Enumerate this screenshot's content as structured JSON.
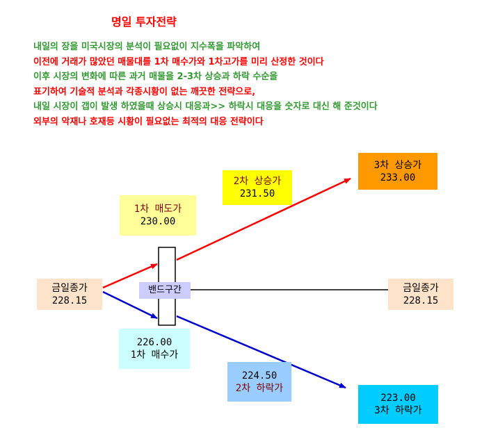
{
  "title": "명일 투자전략",
  "description": [
    {
      "text": "내일의 장을 미국시장의 분석이 필요없이 지수폭을 파악하여",
      "color": "#339933"
    },
    {
      "text": "이전에 거래가 많았던 매물대를 1차 매수가와 1차고가를 미리 산정한 것이다",
      "color": "#ff0000"
    },
    {
      "text": "이후 시장의 변화에 따른 과거 매물을 2-3차 상승과 하락 수순을",
      "color": "#339933"
    },
    {
      "text": "표기하여 기술적  분석과 각종시황이 없는 깨끗한 전략으로,",
      "color": "#ff0000"
    },
    {
      "text": "내일 시장이 갭이 발생 하였을때 상승시 대응과>> 하락시 대응을 숫자로 대신 해 준것이다",
      "color": "#339933"
    },
    {
      "text": "외부의 악재나 호재등  시황이 필요없는 최적의 대응 전략이다",
      "color": "#ff0000"
    }
  ],
  "nodes": {
    "close_left": {
      "label": "금일종가",
      "value": "228.15",
      "color": "#fde3c9"
    },
    "close_right": {
      "label": "금일종가",
      "value": "228.15",
      "color": "#fde3c9"
    },
    "sell1": {
      "label": "1차 매도가",
      "value": "230.00",
      "color": "#ffff99"
    },
    "rise2": {
      "label": "2차 상승가",
      "value": "231.50",
      "color": "#ffff00"
    },
    "rise3": {
      "label": "3차 상승가",
      "value": "233.00",
      "color": "#ff9900"
    },
    "buy1": {
      "label": "1차 매수가",
      "value": "226.00",
      "color": "#ccffff"
    },
    "drop2": {
      "label": "2차 하락가",
      "value": "224.50",
      "color": "#99ccff"
    },
    "drop3": {
      "label": "3차 하락가",
      "value": "223.00",
      "color": "#00ccff"
    },
    "band": {
      "label": "밴드구간",
      "color": "#ccccff"
    }
  },
  "arrow_colors": {
    "up": "#ff0000",
    "down": "#0000cc",
    "flat": "#000000"
  }
}
